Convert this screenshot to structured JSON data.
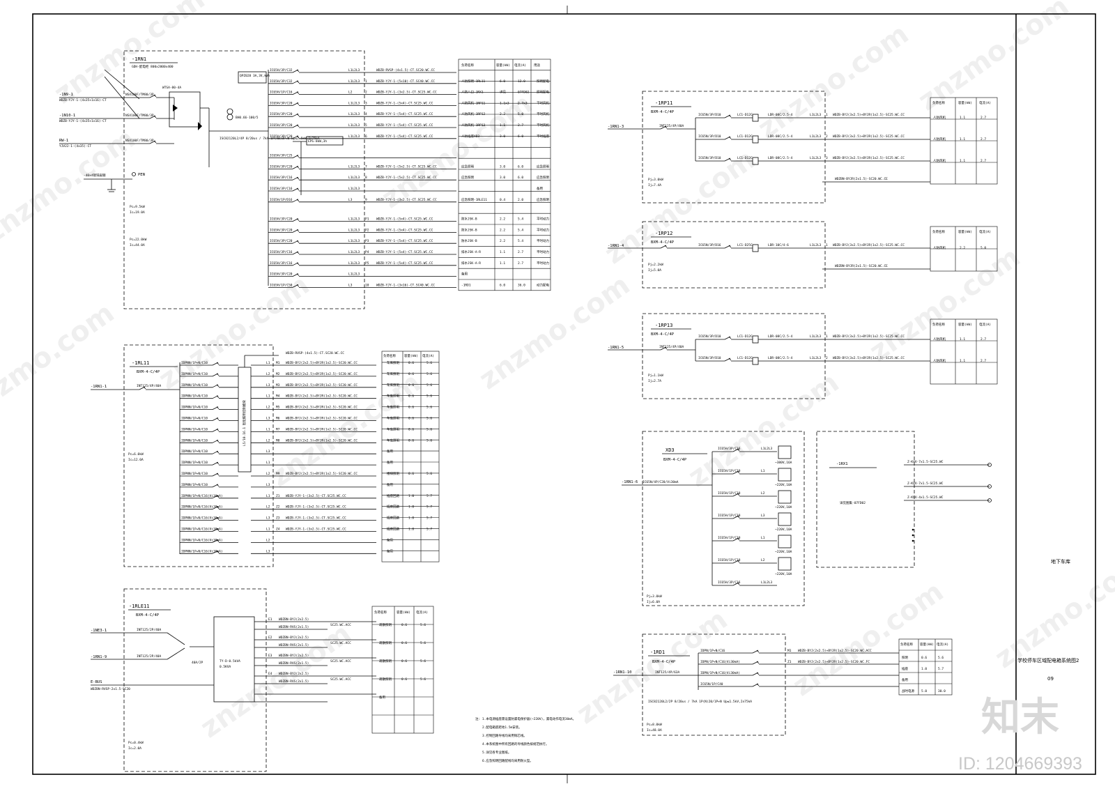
{
  "title_block": {
    "location": "地下车库",
    "drawing_title": "学校停车区域配电箱系统图2",
    "sheet_no": "09"
  },
  "watermark": {
    "brand": "知末",
    "id_label": "ID: 1204669393",
    "repeat_text": "znzmo.com"
  },
  "panels": {
    "rn1": {
      "name": "-1RN1",
      "desc": "GDH-配电柜 800x2000x400",
      "incomers": [
        "-1N9-1",
        "-1N10-1",
        "RW-1"
      ],
      "incomer_cables": [
        "WDZB-YJY-1-(4x35+1x16)-CT",
        "WDZB-YJY-1-(4x35+1x16)-CT",
        "YJV22-1-(4x35)-CT"
      ],
      "breakers": [
        "NSX100F/TM80/3P",
        "NSX100F/TM80/3P",
        "NSX100F/TM80/3P"
      ],
      "ats": "WTSA-80-4A",
      "meter": "QPZ028 3A,3V,kWh",
      "ct": "BH0.66-100/5",
      "spd": "ISC82120L2/4P 8/20us / 7kA 1P(40)3P+N Up≤2.5kV,In75kA",
      "pen": "PEN",
      "ground": "-40x4镀锌扁钢",
      "pc1": "Pc=9.5kW",
      "ic1": "Ic=19.0A",
      "pc2": "Pc=22.0kW",
      "ic2": "Ic=44.0A",
      "eps": "EPS-8kW,3h",
      "rows": [
        {
          "brk": "IC65H/3P/C32",
          "ph": "L1L2L3",
          "no": "",
          "cable": "WDZB-RVSP-(4x1.5)-CT.SC20.WC.CC",
          "load": "",
          "kw": "",
          "a": "",
          "use": ""
        },
        {
          "brk": "IC65H/3P/C32",
          "ph": "L1L2L3",
          "no": "1",
          "cable": "WDZB-YJY-1-(5x10)-CT.SC40.WC.CC",
          "load": "人防照明-1RL11",
          "kw": "6.0",
          "a": "12.0",
          "use": "照明配电"
        },
        {
          "brk": "IC65H/1P/C16",
          "ph": "L2",
          "no": "2",
          "cable": "WDZB-YJY-1-(3x2.5)-CT.SC25.WC.CC",
          "load": "人防八口-1RX1",
          "kw": "详见",
          "a": "07FD02",
          "use": "照明配电"
        },
        {
          "brk": "IC65H/3P/C20",
          "ph": "L1L2L3",
          "no": "3",
          "cable": "WDZB-YJY-1-(5x4)-CT.SC25.WC.CC",
          "load": "人防风机-1RP11",
          "kw": "1.1x3",
          "a": "2.7x3",
          "use": "平时风机"
        },
        {
          "brk": "IC65H/3P/C20",
          "ph": "L1L2L3",
          "no": "4",
          "cable": "WDZB-YJY-1-(5x4)-CT.SC25.WC.CC",
          "load": "人防风机-1RP12",
          "kw": "2.2",
          "a": "5.0",
          "use": "平时风机"
        },
        {
          "brk": "IC65H/3P/C20",
          "ph": "L1L2L3",
          "no": "5",
          "cable": "WDZB-YJY-1-(5x4)-CT.SC25.WC.CC",
          "load": "人防风机-1RP13",
          "kw": "1.1",
          "a": "2.7",
          "use": "平时风机"
        },
        {
          "brk": "IC65H/3P/C20",
          "ph": "L1L2L3",
          "no": "6",
          "cable": "WDZB-YJY-1-(5x4)-CT.SC25.WC.CC",
          "load": "人防插座XD3",
          "kw": "3.0",
          "a": "6.0",
          "use": "平时插座"
        },
        {
          "brk": "IC65H/3P/C25",
          "ph": "",
          "no": "",
          "cable": "",
          "load": "",
          "kw": "",
          "a": "",
          "use": ""
        },
        {
          "brk": "IC65H/3P/C20",
          "ph": "L1L2L3",
          "no": "7",
          "cable": "WDZB-YJY-1-(5x2.5)-CT.SC25.WC.CC",
          "load": "应急照明",
          "kw": "3.0",
          "a": "6.0",
          "use": "应急照明"
        },
        {
          "brk": "IC65H/3P/C16",
          "ph": "L1L2L3",
          "no": "8",
          "cable": "WDZB-YJY-1-(5x2.5)-CT.SC25.WC.CC",
          "load": "应急照明",
          "kw": "3.0",
          "a": "6.0",
          "use": "应急照明"
        },
        {
          "brk": "IC65H/3P/C16",
          "ph": "L1L2L3",
          "no": "",
          "cable": "",
          "load": "",
          "kw": "",
          "a": "",
          "use": "备用"
        },
        {
          "brk": "IC65H/1P/D16",
          "ph": "L3",
          "no": "9",
          "cable": "WDZB-YJY-1-(3x2.5)-CT.SC25.WC.CC",
          "load": "应急照明-1RLE11",
          "kw": "0.4",
          "a": "2.0",
          "use": "应急照明"
        },
        {
          "brk": "IC65H/3P/C20",
          "ph": "L1L2L3",
          "no": "P1",
          "cable": "WDZB-YJY-1-(5x4)-CT.SC25.WC.CC",
          "load": "防水JSK-B",
          "kw": "2.2",
          "a": "5.4",
          "use": "平时动力"
        },
        {
          "brk": "IC65H/3P/C20",
          "ph": "L1L2L3",
          "no": "P2",
          "cable": "WDZB-YJY-1-(5x4)-CT.SC25.WC.CC",
          "load": "防水JSK-B",
          "kw": "2.2",
          "a": "5.4",
          "use": "平时动力"
        },
        {
          "brk": "IC65H/3P/C20",
          "ph": "L1L2L3",
          "no": "P3",
          "cable": "WDZB-YJY-1-(5x4)-CT.SC25.WC.CC",
          "load": "防水JSK-B",
          "kw": "2.2",
          "a": "5.4",
          "use": "平时动力"
        },
        {
          "brk": "IC65H/3P/C16",
          "ph": "L1L2L3",
          "no": "P4",
          "cable": "WDZB-YJY-1-(5x4)-CT.SC25.WC.CC",
          "load": "排水JSK-A-R",
          "kw": "1.1",
          "a": "2.7",
          "use": "平时动力"
        },
        {
          "brk": "IC65H/3P/C16",
          "ph": "L1L2L3",
          "no": "P5",
          "cable": "WDZB-YJY-1-(5x4)-CT.SC25.WC.CC",
          "load": "排水JSK-A-R",
          "kw": "1.1",
          "a": "2.7",
          "use": "平时动力"
        },
        {
          "brk": "IC65H/3P/C20",
          "ph": "L1L2L3",
          "no": "",
          "cable": "",
          "load": "备用",
          "kw": "",
          "a": "",
          "use": ""
        },
        {
          "brk": "IC65H/1P/C50",
          "ph": "L3",
          "no": "10",
          "cable": "WDZB-YJY-1-(3x16)-CT.SC40.WC.CC",
          "load": "-1RD1",
          "kw": "6.0",
          "a": "36.0",
          "use": "动力配电"
        }
      ],
      "table_head": [
        "负荷名称",
        "容量(kW)",
        "电流(A)",
        "用途"
      ]
    },
    "rl11": {
      "name": "-1RL11",
      "desc": "BXM-4-C/4P",
      "incomer": "-1RN1-1",
      "main_brk": "INT125/4P/40A",
      "bus_label": "L5/10.16.1 智能照明控制模块",
      "pc": "Pc=6.0kW",
      "ic": "Ic=12.0A",
      "head_cable": "WDZB-RVSP-(4x1.5)-CT.SC20.WC.CC",
      "rows": [
        {
          "brk": "IDPNN/1P+N/C10",
          "ph": "L1",
          "no": "M1",
          "cable": "WDZB-BYJ(2x2.5)+BYJR(1x2.5)-SC20.WC.CC",
          "load": "车库照明",
          "kw": "0.6",
          "a": "5.6"
        },
        {
          "brk": "IDPNN/1P+N/C10",
          "ph": "L2",
          "no": "M2",
          "cable": "WDZB-BYJ(2x2.5)+BYJR(1x2.5)-SC20.WC.CC",
          "load": "车库照明",
          "kw": "0.6",
          "a": "5.6"
        },
        {
          "brk": "IDPNN/1P+N/C10",
          "ph": "L3",
          "no": "M3",
          "cable": "WDZB-BYJ(2x2.5)+BYJR(1x2.5)-SC20.WC.CC",
          "load": "车库照明",
          "kw": "0.6",
          "a": "5.6"
        },
        {
          "brk": "IDPNN/1P+N/C10",
          "ph": "L1",
          "no": "M4",
          "cable": "WDZB-BYJ(2x2.5)+BYJR(1x2.5)-SC20.WC.CC",
          "load": "车库照明",
          "kw": "0.6",
          "a": "5.6"
        },
        {
          "brk": "IDPNN/1P+N/C10",
          "ph": "L2",
          "no": "M5",
          "cable": "WDZB-BYJ(2x2.5)+BYJR(1x2.5)-SC20.WC.CC",
          "load": "车库照明",
          "kw": "0.6",
          "a": "5.6"
        },
        {
          "brk": "IDPNN/1P+N/C10",
          "ph": "L3",
          "no": "M6",
          "cable": "WDZB-BYJ(2x2.5)+BYJR(1x2.5)-SC20.WC.CC",
          "load": "车库照明",
          "kw": "0.6",
          "a": "5.6"
        },
        {
          "brk": "IDPNN/1P+N/C10",
          "ph": "L1",
          "no": "M7",
          "cable": "WDZB-BYJ(2x2.5)+BYJR(1x2.5)-SC20.WC.CC",
          "load": "车库照明",
          "kw": "0.6",
          "a": "5.6"
        },
        {
          "brk": "IDPNN/1P+N/C10",
          "ph": "L2",
          "no": "M8",
          "cable": "WDZB-BYJ(2x2.5)+BYJR(1x2.5)-SC20.WC.CC",
          "load": "车库照明",
          "kw": "0.6",
          "a": "5.6"
        },
        {
          "brk": "IDPNN/1P+N/C10",
          "ph": "L3",
          "no": "",
          "cable": "",
          "load": "备用",
          "kw": "",
          "a": ""
        },
        {
          "brk": "IDPNN/1P+N/C10",
          "ph": "L1",
          "no": "",
          "cable": "",
          "load": "备用",
          "kw": "",
          "a": ""
        },
        {
          "brk": "IDPNN/1P+N/C10",
          "ph": "L2",
          "no": "M9",
          "cable": "WDZB-BYJ(2x2.5)+BYJR(1x2.5)-SC20.WC.CC",
          "load": "楼梯照明",
          "kw": "0.6",
          "a": "5.6"
        },
        {
          "brk": "IDPNN/1P+N/C10",
          "ph": "L3",
          "no": "",
          "cable": "",
          "load": "备用",
          "kw": "",
          "a": ""
        },
        {
          "brk": "IDPNN/1P+N/C16(Vi30mA)",
          "ph": "L1",
          "no": "Z1",
          "cable": "WDZB-YJY-1-(3x2.5)-CT.SC25.WC.CC",
          "load": "插座回路",
          "kw": "1.0",
          "a": "5.7"
        },
        {
          "brk": "IDPNN/1P+N/C16(Vi30mA)",
          "ph": "L2",
          "no": "Z2",
          "cable": "WDZB-YJY-1-(3x2.5)-CT.SC25.WC.CC",
          "load": "插座回路",
          "kw": "1.0",
          "a": "5.7"
        },
        {
          "brk": "IDPNN/1P+N/C16(Vi30mA)",
          "ph": "L3",
          "no": "Z3",
          "cable": "WDZB-YJY-1-(3x2.5)-CT.SC25.WC.CC",
          "load": "插座回路",
          "kw": "1.0",
          "a": "5.7"
        },
        {
          "brk": "IDPNN/1P+N/C16(Vi30mA)",
          "ph": "L1",
          "no": "Z4",
          "cable": "WDZB-YJY-1-(3x2.5)-CT.SC25.WC.CC",
          "load": "插座回路",
          "kw": "1.0",
          "a": "5.7"
        },
        {
          "brk": "IDPNN/1P+N/C16(Vi30mA)",
          "ph": "L2",
          "no": "",
          "cable": "",
          "load": "备用",
          "kw": "",
          "a": ""
        },
        {
          "brk": "IDPNN/1P+N/C16(Vi30mA)",
          "ph": "L3",
          "no": "",
          "cable": "",
          "load": "备用",
          "kw": "",
          "a": ""
        }
      ]
    },
    "rle11": {
      "name": "-1RLE11",
      "desc": "BXM-4-C/4P",
      "incomers": [
        "-1NE3-1",
        "-1RN1-9"
      ],
      "brks": [
        "INT125/2P/40A",
        "INT125/2P/40A"
      ],
      "ats": "40A/2P",
      "ups_box": "TY-D-0.5kVA",
      "ups_cap": "0.5KVA",
      "ebus": "E-BUS",
      "ebus_cable": "WDZBN-RVSP-2x1.5-SC20",
      "pc": "Pc=0.4kW",
      "ic": "Ic=2.0A",
      "rows": [
        {
          "no": "E1",
          "cable": "WDZBN-BYJ(2x2.5)",
          "cable2": "WDZBN-RVS(2x1.5)",
          "pipe": "SC25.WC.ACC",
          "load": "疏散照明",
          "kw": "0.6",
          "a": "5.6"
        },
        {
          "no": "E2",
          "cable": "WDZBN-BYJ(2x2.5)",
          "cable2": "WDZBN-RVS(2x1.5)",
          "pipe": "SC25.WC.ACC",
          "load": "疏散照明",
          "kw": "0.6",
          "a": "5.6"
        },
        {
          "no": "E3",
          "cable": "WDZBN-BYJ(2x2.5)",
          "cable2": "WDZBN-RVS(2x1.5)",
          "pipe": "SC25.WC.ACC",
          "load": "疏散照明",
          "kw": "0.6",
          "a": "5.6"
        },
        {
          "no": "E4",
          "cable": "WDZBN-BYJ(2x2.5)",
          "cable2": "WDZBN-RVS(2x1.5)",
          "pipe": "SC25.WC.ACC",
          "load": "疏散照明",
          "kw": "0.6",
          "a": "5.6"
        },
        {
          "no": "",
          "cable": "",
          "cable2": "",
          "pipe": "",
          "load": "备用",
          "kw": "",
          "a": ""
        }
      ]
    },
    "rp11": {
      "name": "-1RP11",
      "desc": "BXM-4-C/4P",
      "incomer": "-1RN1-3",
      "main": "INT125/4P/40A",
      "pj": "Pj=3.0kW",
      "ij": "Ij=7.4A",
      "rows": [
        {
          "brk": "IC65N/3P/D10",
          "con": "LC1-D12C",
          "ol": "LDR-08C/2.5-4",
          "ph": "L1L2L3",
          "no": "1",
          "cable": "WDZB-BYJ(3x2.5)+BYJR(1x2.5)-SC25.WC.CC",
          "load": "人防风机",
          "kw": "1.1",
          "a": "2.7"
        },
        {
          "brk": "IC65N/3P/D10",
          "con": "LC1-D12C",
          "ol": "LDR-08C/2.5-4",
          "ph": "L1L2L3",
          "no": "2",
          "cable": "WDZB-BYJ(3x2.5)+BYJR(1x2.5)-SC25.WC.CC",
          "load": "人防风机",
          "kw": "1.1",
          "a": "2.7"
        },
        {
          "brk": "IC65N/3P/D10",
          "con": "LC1-D12C",
          "ol": "LDR-08C/2.5-4",
          "ph": "L1L2L3",
          "no": "3",
          "cable": "WDZB-BYJ(3x2.5)+BYJR(1x2.5)-SC25.WC.CC",
          "load": "人防风机",
          "kw": "1.1",
          "a": "2.7"
        }
      ],
      "ctrl_cable": "WDZBN-BYJR(2x1.5)-SC20.WC.CE"
    },
    "rp12": {
      "name": "-1RP12",
      "desc": "BXM-4-C/4P",
      "incomer": "-1RN1-4",
      "pj": "Pj=2.2kW",
      "ij": "Ij=5.0A",
      "rows": [
        {
          "brk": "IC65N/3P/D16",
          "con": "LC1-D25C",
          "ol": "LDR-10C/4-6",
          "ph": "L1L2L3",
          "no": "1",
          "cable": "WDZB-BYJ(3x2.5)+BYJR(1x2.5)-SC25.WC.CC",
          "load": "人防风机",
          "kw": "2.2",
          "a": "5.0"
        }
      ],
      "ctrl_cable": "WDZBN-BYJR(2x1.5)-SC20.WC.CE"
    },
    "rp13": {
      "name": "-1RP13",
      "desc": "BXM-4-C/4P",
      "incomer": "-1RN1-5",
      "main": "INT125/4P/40A",
      "pj": "Pj=1.1kW",
      "ij": "Ij=2.7A",
      "rows": [
        {
          "brk": "IC65N/3P/D10",
          "con": "LC1-D12C",
          "ol": "LDR-08C/2.5-4",
          "ph": "L1L2L3",
          "no": "1",
          "cable": "WDZB-BYJ(3x2.5)+BYJR(1x2.5)-SC25.WC.CC",
          "load": "人防风机",
          "kw": "1.1",
          "a": "2.7"
        },
        {
          "brk": "IC65N/3P/D10",
          "con": "LC1-D12C",
          "ol": "LDR-08C/2.5-4",
          "ph": "L1L2L3",
          "no": "2",
          "cable": "WDZB-BYJ(3x2.5)+BYJR(1x2.5)-SC25.WC.CC",
          "load": "人防风机",
          "kw": "1.1",
          "a": "2.7"
        }
      ]
    },
    "xd3": {
      "name": "XD3",
      "desc": "BXM-4-C/4P",
      "incomer": "-1RN1-6",
      "main": "IC65N/4P/C20/Vi30mA",
      "pj": "Pj=3.0kW",
      "ij": "Ij=6.0A",
      "rows": [
        {
          "brk": "IC65H/3P/C16",
          "ph": "L1L2L3",
          "sock": "~380V,16A"
        },
        {
          "brk": "IC65H/1P/C10",
          "ph": "L1",
          "sock": "~220V,10A"
        },
        {
          "brk": "IC65H/1P/C10",
          "ph": "L2",
          "sock": "~220V,10A"
        },
        {
          "brk": "IC65H/1P/C10",
          "ph": "L3",
          "sock": "~220V,10A"
        },
        {
          "brk": "IC65H/1P/C10",
          "ph": "L1",
          "sock": "~220V,10A"
        },
        {
          "brk": "IC65H/1P/C10",
          "ph": "L2",
          "sock": "~220V,10A"
        },
        {
          "brk": "IC65H/3P/C16",
          "ph": "L1L2L3",
          "sock": ""
        }
      ]
    },
    "rx1": {
      "name": "-1RX1",
      "note": "详见图集-07FD02",
      "outs": [
        "Z-KVV-7x1.5-SC25.WC",
        "Z-KVV-7x1.5-SC25.WC",
        "Z-KVV-4x1.5-SC25.WC"
      ]
    },
    "rd1": {
      "name": "-1RD1",
      "desc": "BXM-4-C/4P",
      "incomer": "-1RN1-10",
      "main": "INT125/4P/63A",
      "spd": "ISC82120L2/2P 8/20us / 7kA 1P(N)20/1P+N Up≤1.5kV,In75kA",
      "pc": "Pc=8.0kW",
      "ic": "Ic=48.0A",
      "rows": [
        {
          "brk": "IDPN/1P+N/C16",
          "no": "M1",
          "cable": "WDZB-BYJ(2x2.5)+BYJR(1x2.5)-SC20.WC.ACC",
          "load": "照明",
          "kw": "0.6",
          "a": "5.6"
        },
        {
          "brk": "IDPN/1P+N/C16(Vi30mA)",
          "no": "Z1",
          "cable": "WDZB-BYJ(2x2.5)+BYJR(1x2.5)-SC20.WC.FC",
          "load": "插座",
          "kw": "1.0",
          "a": "5.7"
        },
        {
          "brk": "IDPN/1P+N/C16(Vi30mA)",
          "no": "",
          "cable": "",
          "load": "备用",
          "kw": "",
          "a": ""
        },
        {
          "brk": "IC65N/1P/C40",
          "no": "",
          "cable": "",
          "load": "战时电源",
          "kw": "5.0",
          "a": "30.0"
        }
      ]
    }
  },
  "notes": [
    "注: 1.本电源插座需设置防漏电保护器(~220V)，漏电动作电流30mA。",
    "2.配电箱底距地1.5m安装。",
    "3.控制回路导线均采用铜芯线。",
    "4.本系统图中所有回路的导线颜色按规范执行。",
    "5.详见各专业图纸。",
    "6.应急照明回路配线均采用耐火型。"
  ]
}
